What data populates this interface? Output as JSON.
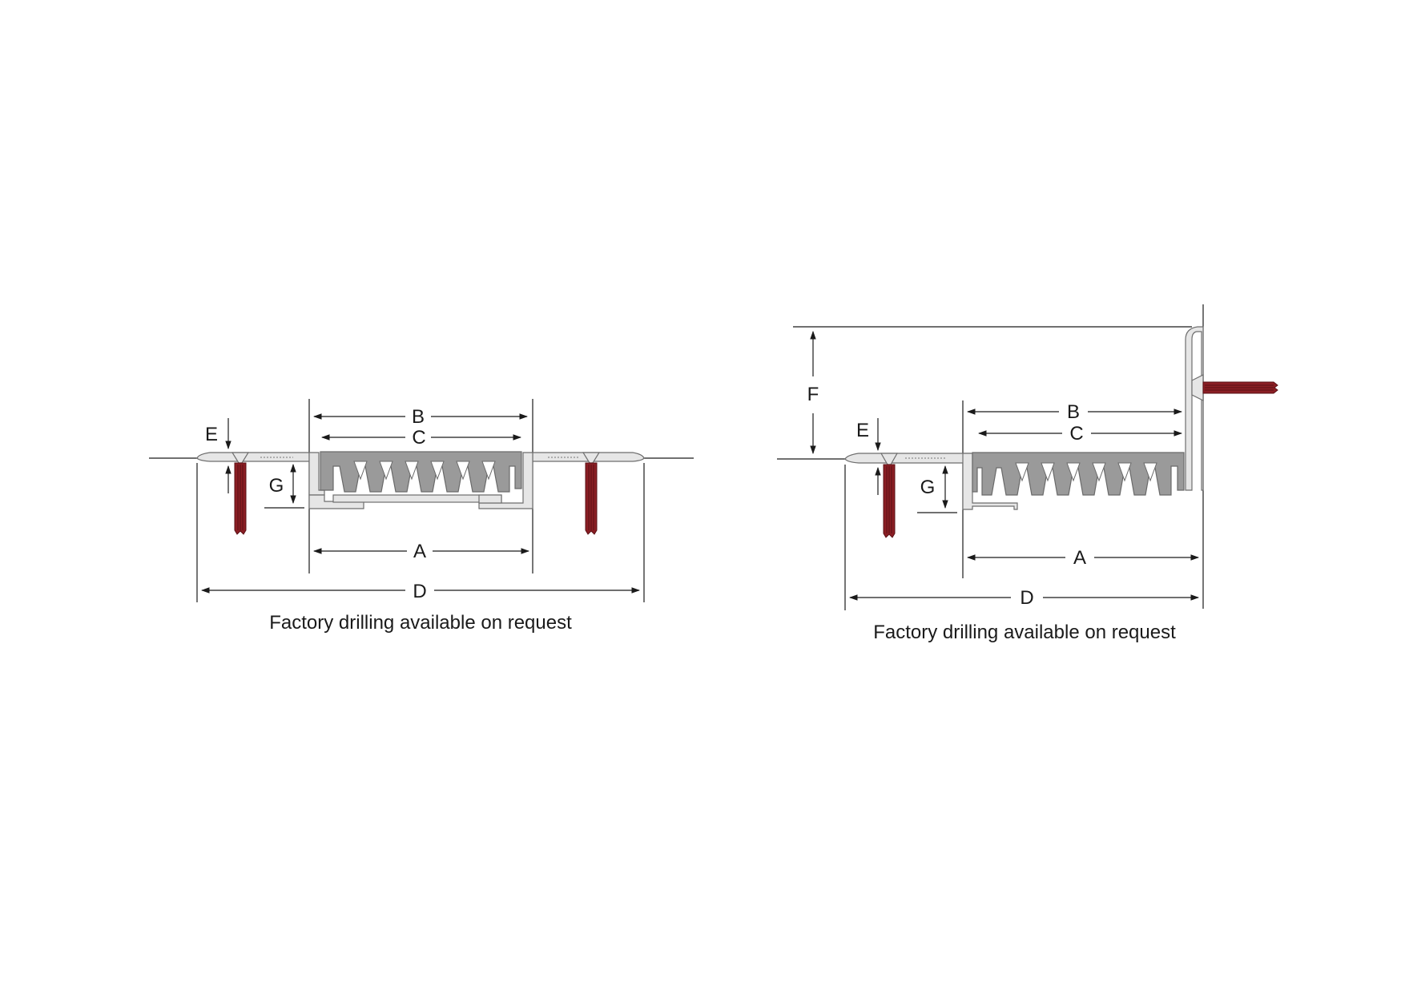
{
  "diagrams": [
    {
      "id": "floor-to-floor",
      "dimensions": {
        "a": "A",
        "b": "B",
        "c": "C",
        "d": "D",
        "e": "E",
        "g": "G"
      },
      "caption": "Factory drilling available on request"
    },
    {
      "id": "floor-to-wall",
      "dimensions": {
        "a": "A",
        "b": "B",
        "c": "C",
        "d": "D",
        "e": "E",
        "f": "F",
        "g": "G"
      },
      "caption": "Factory drilling available on request"
    }
  ],
  "colors": {
    "aluminium": "#e6e6e6",
    "seal": "#9a9a9a",
    "anchor": "#8b1e24",
    "line": "#1a1a1a"
  }
}
